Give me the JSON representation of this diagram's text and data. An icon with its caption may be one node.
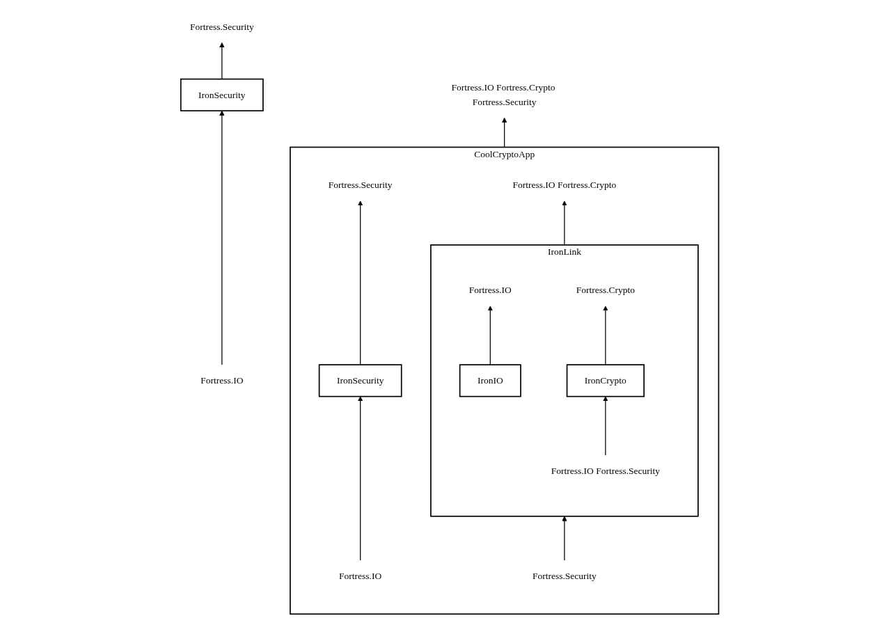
{
  "diagram": {
    "nodes": [
      {
        "text": [
          "IronSecurity"
        ]
      },
      {
        "text": [
          "Fortress.Security"
        ]
      },
      {
        "text": [
          "Fortress.IO"
        ]
      },
      {
        "text": [
          "CoolCryptoApp"
        ]
      },
      {
        "text": [
          "Fortress.IO Fortress.Crypto Fortress.Security"
        ]
      },
      {
        "text": [
          "IronSecurity"
        ],
        "in": 3
      },
      {
        "text": [
          "Fortress.Security"
        ],
        "in": 3
      },
      {
        "text": [
          "Fortress.IO"
        ],
        "in": 3
      },
      {
        "text": [
          "IronLink"
        ],
        "in": 3
      },
      {
        "text": [
          "Fortress.IO Fortress.Crypto"
        ],
        "in": 3
      },
      {
        "text": [
          "IronIO"
        ],
        "in": 8
      },
      {
        "text": [
          "Fortress.IO"
        ],
        "in": 8
      },
      {
        "text": [
          "IronCrypto"
        ],
        "in": 8
      },
      {
        "text": [
          "Fortress.Crypto"
        ],
        "in": 8
      },
      {
        "text": [
          "Fortress.IO Fortress.Security"
        ],
        "in": 8
      },
      {
        "text": [
          "Fortress.Security"
        ],
        "in": 3
      }
    ],
    "edges": [
      {
        "from": 0,
        "to": 1,
        "arrow": "to"
      },
      {
        "from": 2,
        "to": 0,
        "arrow": "to"
      },
      {
        "from": 3,
        "to": 4,
        "arrow": "to"
      },
      {
        "from": 5,
        "to": 6,
        "arrow": "to"
      },
      {
        "from": 7,
        "to": 5,
        "arrow": "to"
      },
      {
        "from": 8,
        "to": 9,
        "arrow": "to"
      },
      {
        "from": 10,
        "to": 11,
        "arrow": "to"
      },
      {
        "from": 12,
        "to": 13,
        "arrow": "to"
      },
      {
        "from": 14,
        "to": 12,
        "arrow": "to"
      },
      {
        "from": 15,
        "to": 8,
        "arrow": "to"
      }
    ]
  }
}
